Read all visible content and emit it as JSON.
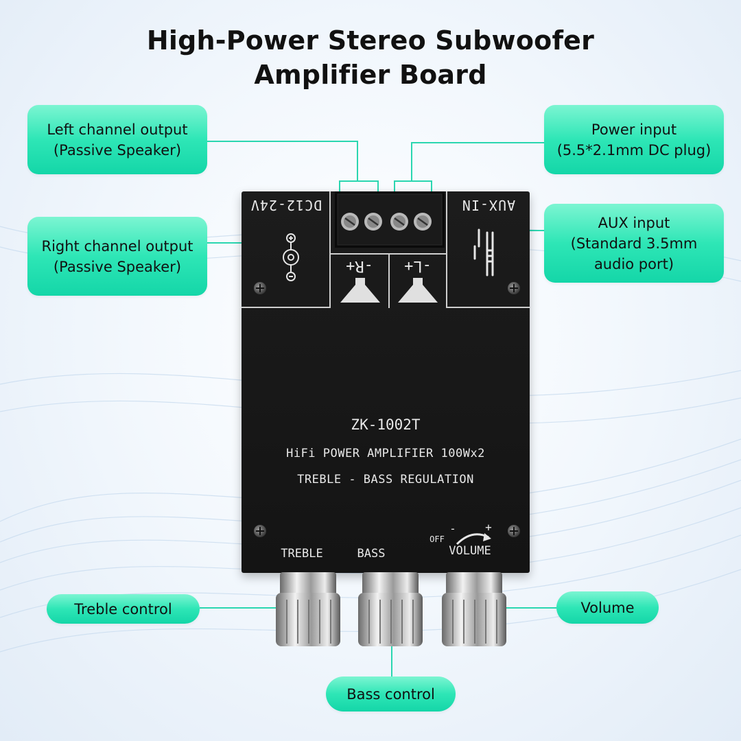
{
  "title": {
    "line1": "High-Power Stereo Subwoofer",
    "line2": "Amplifier Board"
  },
  "callouts": {
    "left_output": {
      "line1": "Left channel output",
      "line2": "(Passive Speaker)"
    },
    "right_output": {
      "line1": "Right channel output",
      "line2": "(Passive Speaker)"
    },
    "power_input": {
      "line1": "Power input",
      "line2": "(5.5*2.1mm DC plug)"
    },
    "aux_input": {
      "line1": "AUX input",
      "line2": "(Standard 3.5mm",
      "line3": "audio port)"
    },
    "treble": "Treble control",
    "bass": "Bass control",
    "volume": "Volume"
  },
  "board": {
    "power_label": "DC12-24V",
    "aux_label": "AUX-IN",
    "right_terminal": "-R+",
    "left_terminal": "-L+",
    "model": "ZK-1002T",
    "line1": "HiFi POWER AMPLIFIER 100Wx2",
    "line2": "TREBLE - BASS REGULATION",
    "treble_label": "TREBLE",
    "bass_label": "BASS",
    "volume_label": "VOLUME",
    "off_label": "OFF",
    "minus": "-",
    "plus": "+"
  },
  "colors": {
    "callout": "#2ee6b6",
    "leader_line": "#2ad6b0",
    "board": "#161616"
  }
}
